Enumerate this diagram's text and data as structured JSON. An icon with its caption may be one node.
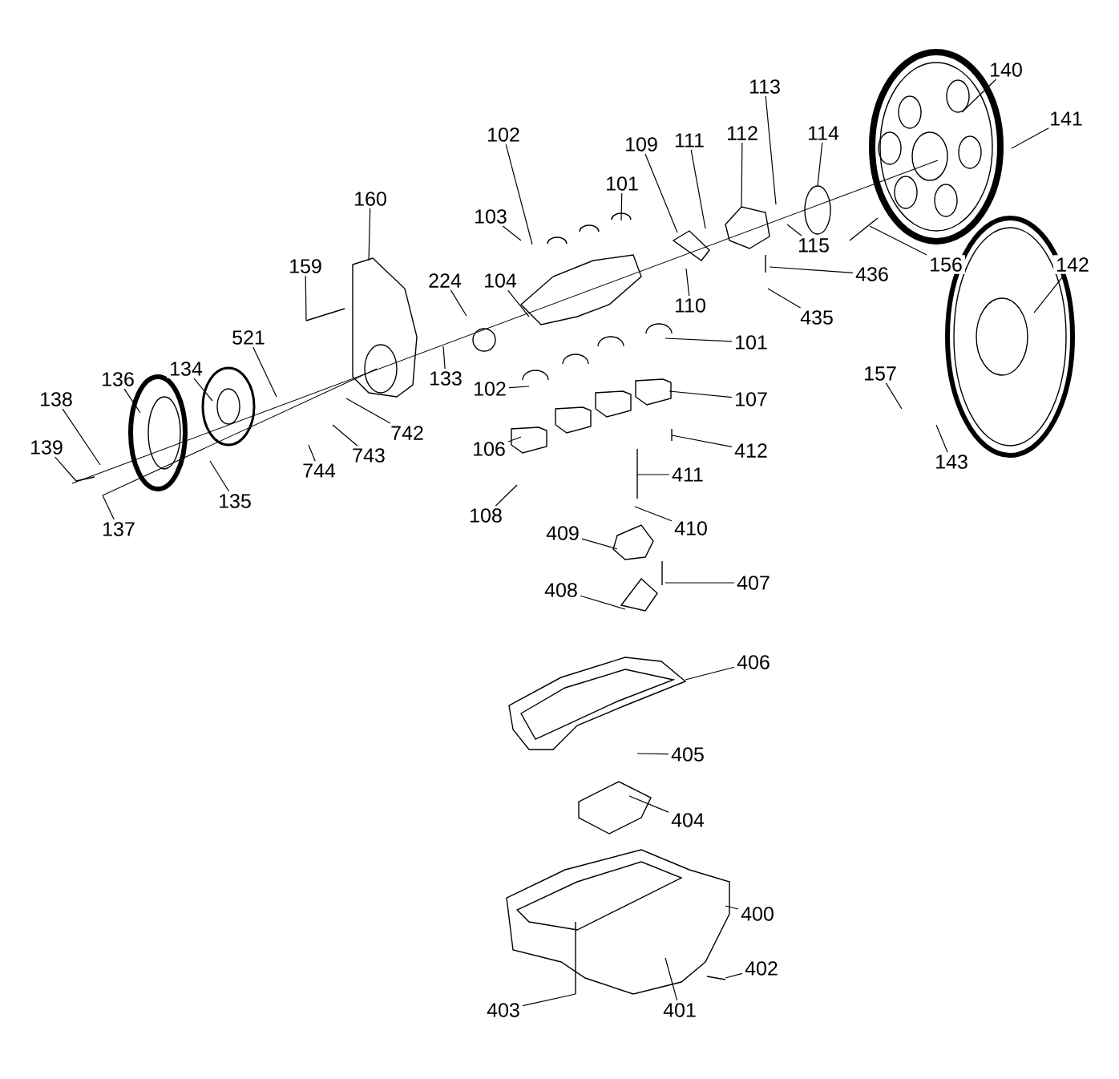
{
  "diagram": {
    "nodes": [
      {
        "text": [
          "102"
        ]
      },
      {
        "text": [
          "103"
        ]
      },
      {
        "text": [
          "224"
        ]
      },
      {
        "text": [
          "104"
        ]
      },
      {
        "text": [
          "109"
        ]
      },
      {
        "text": [
          "111"
        ]
      },
      {
        "text": [
          "101"
        ]
      },
      {
        "text": [
          "112"
        ]
      },
      {
        "text": [
          "113"
        ]
      },
      {
        "text": [
          "114"
        ]
      },
      {
        "text": [
          "140"
        ]
      },
      {
        "text": [
          "141"
        ]
      },
      {
        "text": [
          "160"
        ]
      },
      {
        "text": [
          "159"
        ]
      },
      {
        "text": [
          "115"
        ]
      },
      {
        "text": [
          "156"
        ]
      },
      {
        "text": [
          "436"
        ]
      },
      {
        "text": [
          "110"
        ]
      },
      {
        "text": [
          "435"
        ]
      },
      {
        "text": [
          "142"
        ]
      },
      {
        "text": [
          "521"
        ]
      },
      {
        "text": [
          "134"
        ]
      },
      {
        "text": [
          "136"
        ]
      },
      {
        "text": [
          "138"
        ]
      },
      {
        "text": [
          "139"
        ]
      },
      {
        "text": [
          "137"
        ]
      },
      {
        "text": [
          "135"
        ]
      },
      {
        "text": [
          "133"
        ]
      },
      {
        "text": [
          "742"
        ]
      },
      {
        "text": [
          "743"
        ]
      },
      {
        "text": [
          "744"
        ]
      },
      {
        "text": [
          "101"
        ]
      },
      {
        "text": [
          "102"
        ]
      },
      {
        "text": [
          "107"
        ]
      },
      {
        "text": [
          "106"
        ]
      },
      {
        "text": [
          "412"
        ]
      },
      {
        "text": [
          "411"
        ]
      },
      {
        "text": [
          "108"
        ]
      },
      {
        "text": [
          "410"
        ]
      },
      {
        "text": [
          "409"
        ]
      },
      {
        "text": [
          "407"
        ]
      },
      {
        "text": [
          "408"
        ]
      },
      {
        "text": [
          "406"
        ]
      },
      {
        "text": [
          "157"
        ]
      },
      {
        "text": [
          "143"
        ]
      },
      {
        "text": [
          "405"
        ]
      },
      {
        "text": [
          "404"
        ]
      },
      {
        "text": [
          "400"
        ]
      },
      {
        "text": [
          "402"
        ]
      },
      {
        "text": [
          "401"
        ]
      },
      {
        "text": [
          "403"
        ]
      }
    ],
    "edges": [
      {
        "from": 0,
        "to": null,
        "arrow": "none"
      },
      {
        "from": 1,
        "to": null,
        "arrow": "none"
      },
      {
        "from": 2,
        "to": null,
        "arrow": "none"
      },
      {
        "from": 3,
        "to": null,
        "arrow": "none"
      },
      {
        "from": 4,
        "to": null,
        "arrow": "none"
      },
      {
        "from": 5,
        "to": null,
        "arrow": "none"
      },
      {
        "from": 6,
        "to": null,
        "arrow": "none"
      },
      {
        "from": 7,
        "to": null,
        "arrow": "none"
      },
      {
        "from": 8,
        "to": null,
        "arrow": "none"
      },
      {
        "from": 9,
        "to": null,
        "arrow": "none"
      },
      {
        "from": 10,
        "to": null,
        "arrow": "none"
      },
      {
        "from": 11,
        "to": null,
        "arrow": "none"
      },
      {
        "from": 12,
        "to": null,
        "arrow": "none"
      },
      {
        "from": 13,
        "to": null,
        "arrow": "none"
      },
      {
        "from": 14,
        "to": null,
        "arrow": "none"
      },
      {
        "from": 15,
        "to": null,
        "arrow": "none"
      },
      {
        "from": 16,
        "to": null,
        "arrow": "none"
      },
      {
        "from": 17,
        "to": null,
        "arrow": "none"
      },
      {
        "from": 18,
        "to": null,
        "arrow": "none"
      },
      {
        "from": 19,
        "to": null,
        "arrow": "none"
      },
      {
        "from": 20,
        "to": null,
        "arrow": "none"
      },
      {
        "from": 21,
        "to": null,
        "arrow": "none"
      },
      {
        "from": 22,
        "to": null,
        "arrow": "none"
      },
      {
        "from": 23,
        "to": null,
        "arrow": "none"
      },
      {
        "from": 24,
        "to": null,
        "arrow": "none"
      },
      {
        "from": 25,
        "to": null,
        "arrow": "none"
      },
      {
        "from": 26,
        "to": null,
        "arrow": "none"
      },
      {
        "from": 27,
        "to": null,
        "arrow": "none"
      },
      {
        "from": 28,
        "to": null,
        "arrow": "none"
      },
      {
        "from": 29,
        "to": null,
        "arrow": "none"
      },
      {
        "from": 30,
        "to": null,
        "arrow": "none"
      },
      {
        "from": 31,
        "to": null,
        "arrow": "none"
      },
      {
        "from": 32,
        "to": null,
        "arrow": "none"
      },
      {
        "from": 33,
        "to": null,
        "arrow": "none"
      },
      {
        "from": 34,
        "to": null,
        "arrow": "none"
      },
      {
        "from": 35,
        "to": null,
        "arrow": "none"
      },
      {
        "from": 36,
        "to": null,
        "arrow": "none"
      },
      {
        "from": 37,
        "to": null,
        "arrow": "none"
      },
      {
        "from": 38,
        "to": null,
        "arrow": "none"
      },
      {
        "from": 39,
        "to": null,
        "arrow": "none"
      },
      {
        "from": 40,
        "to": null,
        "arrow": "none"
      },
      {
        "from": 41,
        "to": null,
        "arrow": "none"
      },
      {
        "from": 42,
        "to": null,
        "arrow": "none"
      },
      {
        "from": 43,
        "to": null,
        "arrow": "none"
      },
      {
        "from": 44,
        "to": null,
        "arrow": "none"
      },
      {
        "from": 45,
        "to": null,
        "arrow": "none"
      },
      {
        "from": 46,
        "to": null,
        "arrow": "none"
      },
      {
        "from": 47,
        "to": null,
        "arrow": "none"
      },
      {
        "from": 48,
        "to": null,
        "arrow": "none"
      },
      {
        "from": 49,
        "to": null,
        "arrow": "none"
      },
      {
        "from": 50,
        "to": null,
        "arrow": "none"
      }
    ]
  }
}
